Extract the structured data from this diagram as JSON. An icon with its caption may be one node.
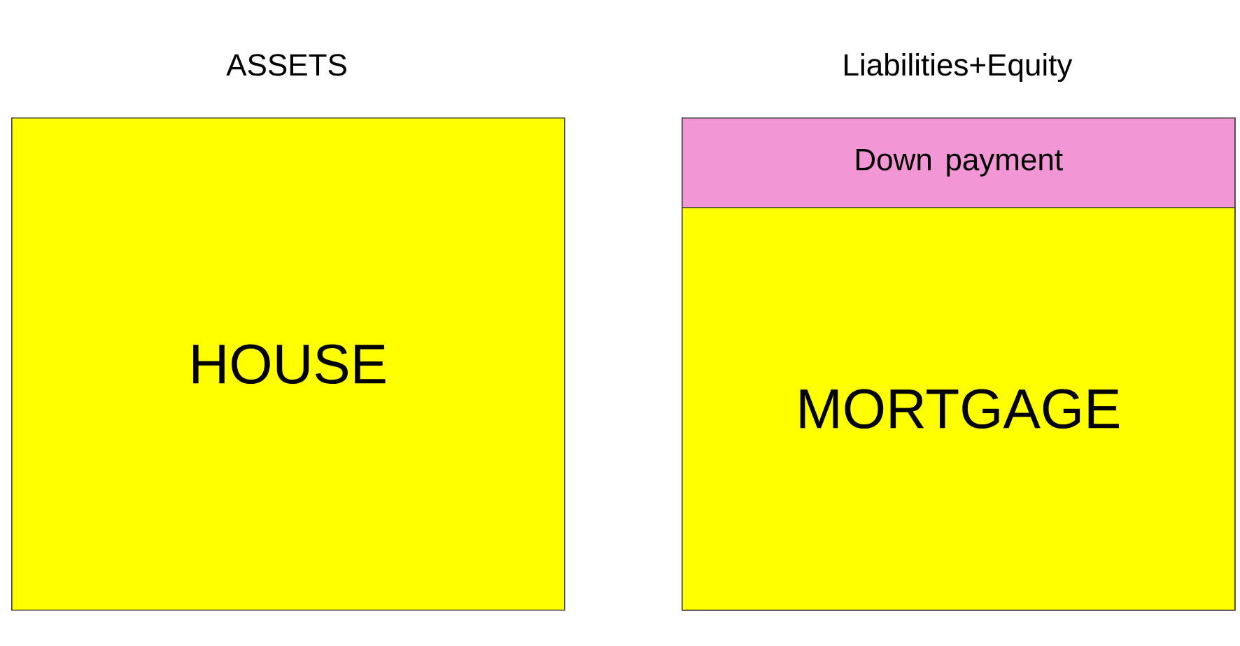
{
  "diagram": {
    "nodes": [
      {
        "text": [
          "ASSETS",
          "HOUSE"
        ]
      },
      {
        "text": [
          "Liabilities+Equity"
        ]
      },
      {
        "text": [
          "Down payment"
        ],
        "in": 1
      },
      {
        "text": [
          "MORTGAGE"
        ],
        "in": 1
      }
    ]
  }
}
